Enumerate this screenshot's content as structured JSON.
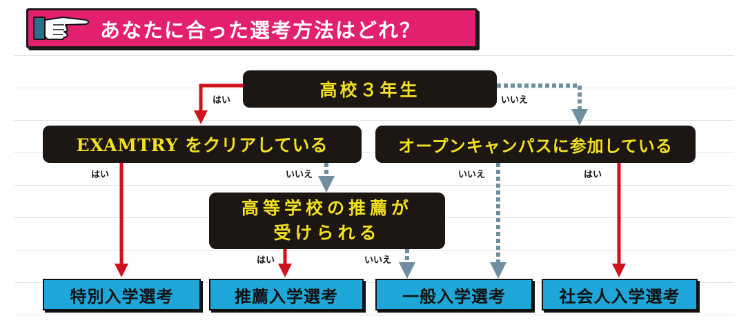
{
  "title": "あなたに合った選考方法はどれ？",
  "colors": {
    "banner": "#e3206f",
    "node_bg": "#1c1712",
    "node_text": "#f2e021",
    "result_bg": "#1ea7d8",
    "yes_arrow": "#d0121b",
    "no_arrow": "#6f8ea0"
  },
  "icons": {
    "banner": "pointing-hand-icon"
  },
  "questions": {
    "q1": "高校３年生",
    "q2": "EXAMTRY をクリアしている",
    "q3": "オープンキャンパスに参加している",
    "q4_line1": "高等学校の推薦が",
    "q4_line2": "受けられる"
  },
  "answers": {
    "yes": "はい",
    "no": "いいえ"
  },
  "results": [
    "特別入学選考",
    "推薦入学選考",
    "一般入学選考",
    "社会人入学選考"
  ]
}
